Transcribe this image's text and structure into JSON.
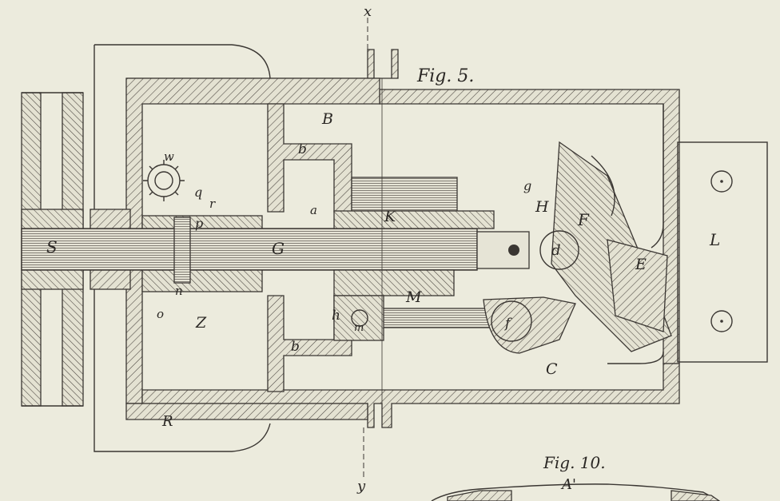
{
  "figures": {
    "main_title": "Fig. 5.",
    "secondary_title": "Fig. 10.",
    "secondary_label": "A'"
  },
  "section_line": {
    "top": "x",
    "bottom": "y"
  },
  "labels": {
    "B": "B",
    "b_upper": "b",
    "b_lower": "b",
    "a": "a",
    "K": "K",
    "G": "G",
    "S": "S",
    "Z": "Z",
    "R": "R",
    "M": "M",
    "h": "h",
    "m": "m",
    "C": "C",
    "d": "d",
    "f": "f",
    "F": "F",
    "H": "H",
    "E": "E",
    "L": "L",
    "g": "g",
    "w": "w",
    "q": "q",
    "r": "r",
    "p": "p",
    "n": "n",
    "o": "o"
  },
  "colors": {
    "paper": "#ecebdd",
    "ink": "#3a3632"
  }
}
